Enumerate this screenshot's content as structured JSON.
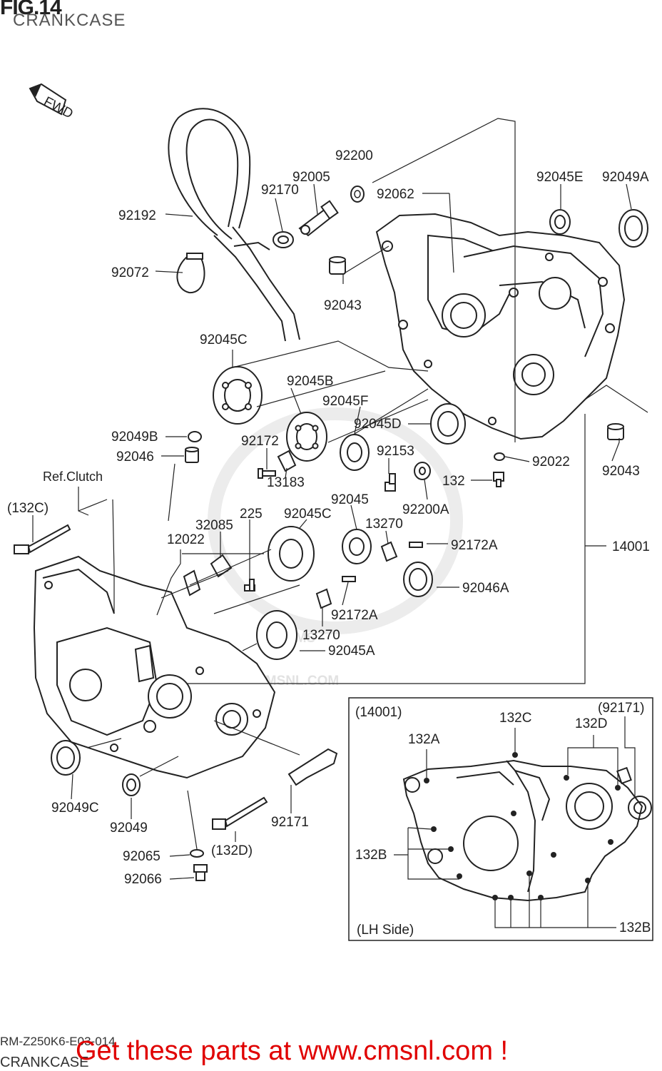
{
  "header": {
    "title": "FIG.14",
    "subtitle": "CRANKCASE"
  },
  "direction_label": "FWD",
  "watermark": {
    "brand": "CMS",
    "url": "WWW.CMSNL.COM"
  },
  "footer": {
    "code": "RM-Z250K6-E03-014",
    "subtitle": "CRANKCASE"
  },
  "promo": "Get these parts at www.cmsnl.com !",
  "parts": {
    "p92192": "92192",
    "p92072": "92072",
    "p92170": "92170",
    "p92005": "92005",
    "p92200": "92200",
    "p92062": "92062",
    "p92043_top": "92043",
    "p92045E": "92045E",
    "p92049A": "92049A",
    "p92045C_top": "92045C",
    "p92045B": "92045B",
    "p92045F": "92045F",
    "p92045D": "92045D",
    "p92049B": "92049B",
    "p92046": "92046",
    "p92172": "92172",
    "p92153": "92153",
    "p92022": "92022",
    "p92043_right": "92043",
    "ref_clutch": "Ref.Clutch",
    "p132C_paren": "(132C)",
    "p13183": "13183",
    "p132": "132",
    "p92200A": "92200A",
    "p32085": "32085",
    "p225": "225",
    "p92045C_mid": "92045C",
    "p92045": "92045",
    "p12022": "12022",
    "p13270_top": "13270",
    "p92172A_top": "92172A",
    "p14001": "14001",
    "p92046A": "92046A",
    "p92172A_bottom": "92172A",
    "p13270_bottom": "13270",
    "p92045A": "92045A",
    "p92049C": "92049C",
    "p92049": "92049",
    "p92171": "92171",
    "p132D_paren": "(132D)",
    "p92065": "92065",
    "p92066": "92066"
  },
  "inset": {
    "part_ref": "(14001)",
    "p132A": "132A",
    "p132C": "132C",
    "p92171_paren": "(92171)",
    "p132D": "132D",
    "p132B_left": "132B",
    "p132B_bottom": "132B",
    "side_label": "(LH Side)"
  }
}
